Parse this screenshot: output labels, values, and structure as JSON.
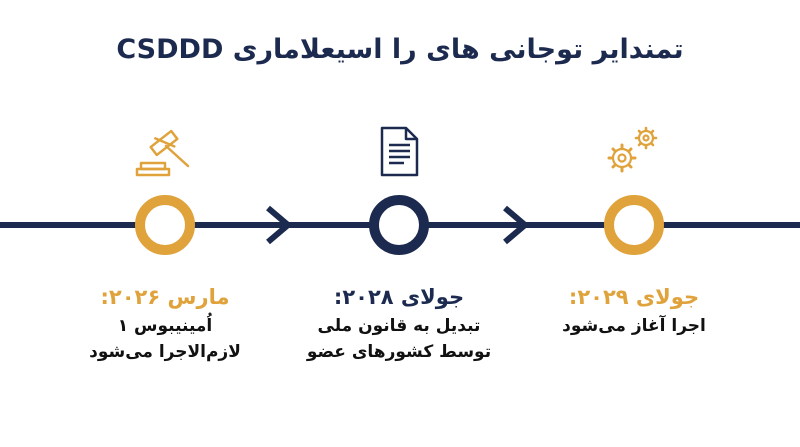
{
  "title": "تمندایر توجانی های را اسیعلاماری CSDDD",
  "colors": {
    "navy": "#1b2a4e",
    "gold": "#e0a23a"
  },
  "steps": [
    {
      "date": "مارس ۲۰۲۶:",
      "description": "اُمینیبوس ۱\nلازم‌الاجرا می‌شود",
      "icon": "gavel-icon",
      "color": "gold"
    },
    {
      "date": "جولای ۲۰۲۸:",
      "description": "تبدیل به قانون ملی\nتوسط کشورهای عضو",
      "icon": "document-icon",
      "color": "navy"
    },
    {
      "date": "جولای ۲۰۲۹:",
      "description": "اجرا آغاز می‌شود",
      "icon": "gears-icon",
      "color": "gold"
    }
  ]
}
